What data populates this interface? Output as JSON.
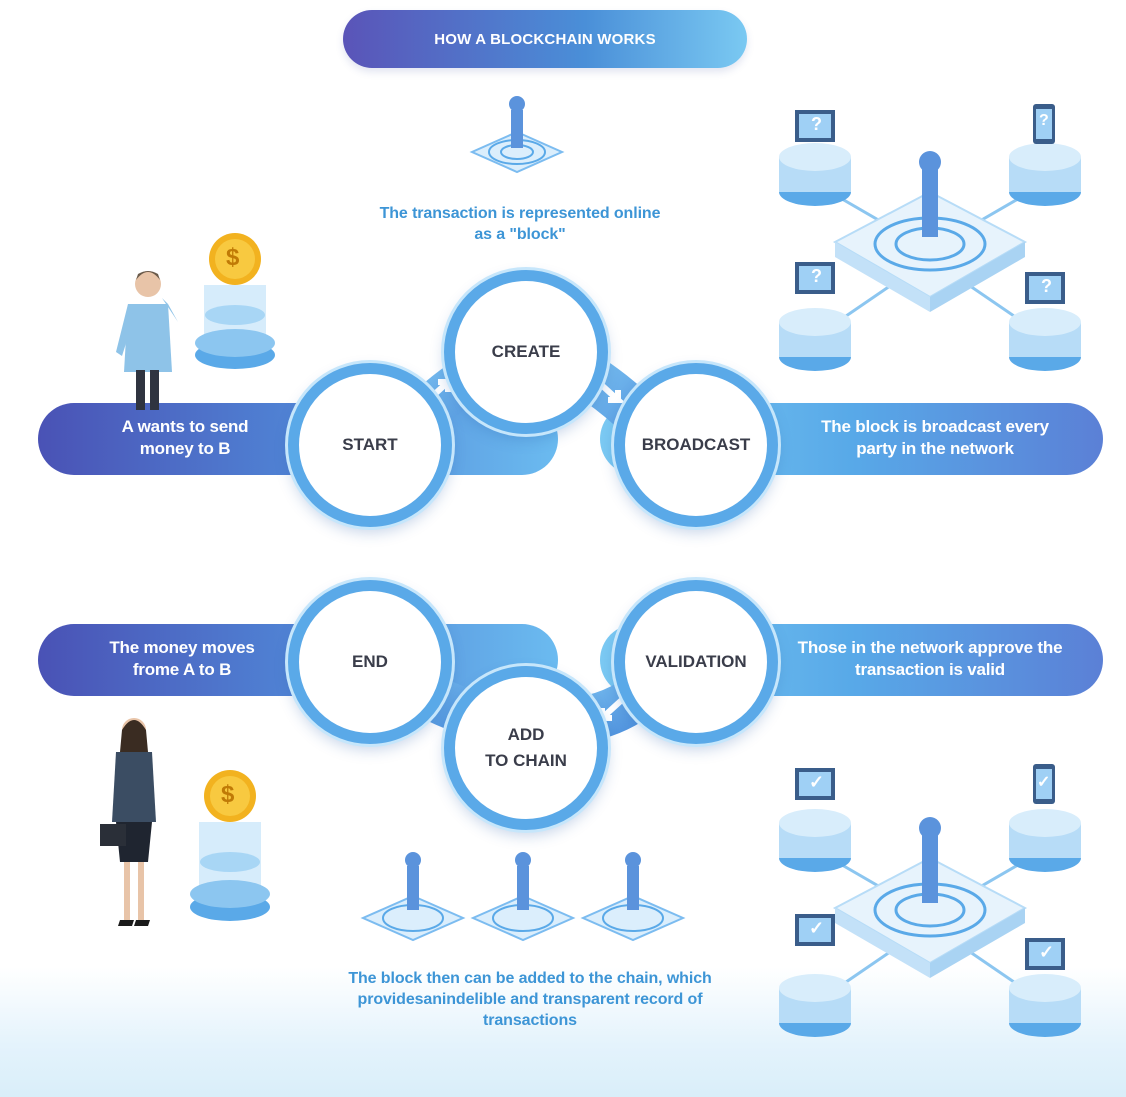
{
  "title": "HOW A BLOCKCHAIN WORKS",
  "captions": {
    "create": "The transaction is represented online as a \"block\"",
    "add_to_chain": "The block then can be added to the chain, which providesanindelible and transparent record of transactions"
  },
  "nodes": {
    "start": "START",
    "create": "CREATE",
    "broadcast": "BROADCAST",
    "validation": "VALIDATION",
    "add_line1": "ADD",
    "add_line2": "TO CHAIN",
    "end": "END"
  },
  "bands": {
    "start": "A wants to send money to B",
    "broadcast": "The block is broadcast every party in the network",
    "end": "The money moves frome A to B",
    "validation": "Those in the network approve the transaction is valid"
  },
  "icons": {
    "coin_symbol": "$",
    "question_mark": "?",
    "check_mark": "✓"
  },
  "colors": {
    "accent": "#5aa9e8",
    "band_dark": "#4a52b5",
    "caption": "#3d95d6"
  }
}
